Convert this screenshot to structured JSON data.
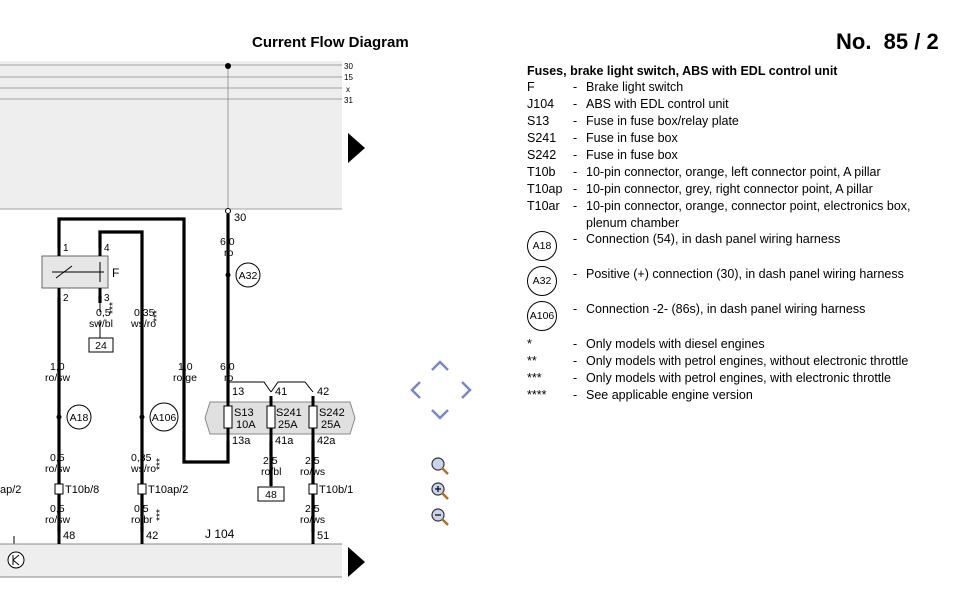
{
  "header": {
    "title": "Current Flow Diagram",
    "doc_number": "No.  85 / 2"
  },
  "diagram": {
    "bus_labels": [
      "30",
      "15",
      "x",
      "31"
    ],
    "terminal_30": "30",
    "wires": {
      "w1": {
        "size": "6,0",
        "color": "ro"
      },
      "w2": {
        "size": "0,5",
        "color": "sw/bl",
        "stars": "***"
      },
      "w3": {
        "size": "0,35",
        "color": "ws/ro",
        "stars": "***"
      },
      "w4": {
        "size": "1,0",
        "color": "ro/sw"
      },
      "w5": {
        "size": "1,0",
        "color": "ro/ge"
      },
      "w6": {
        "size": "6,0",
        "color": "ro"
      },
      "w7": {
        "size": "0,5",
        "color": "ro/sw"
      },
      "w8": {
        "size": "0,35",
        "color": "ws/ro",
        "stars": "***"
      },
      "w9": {
        "size": "2,5",
        "color": "ro/bl"
      },
      "w10": {
        "size": "2,5",
        "color": "ro/ws"
      },
      "w11": {
        "size": "0,5",
        "color": "ro/sw"
      },
      "w12": {
        "size": "0,5",
        "color": "ro/br",
        "stars": "***"
      },
      "w13": {
        "size": "2,5",
        "color": "ro/ws"
      }
    },
    "switch_label": "F",
    "switch_pins": {
      "p1": "1",
      "p2": "2",
      "p3": "3",
      "p4": "4"
    },
    "ground_boxes": {
      "g24": "24",
      "g48": "48"
    },
    "connections": {
      "a18": "A18",
      "a32": "A32",
      "a106": "A106"
    },
    "fuses": [
      {
        "name": "S13",
        "rating": "10A",
        "in": "13",
        "out": "13a"
      },
      {
        "name": "S241",
        "rating": "25A",
        "in": "41",
        "out": "41a"
      },
      {
        "name": "S242",
        "rating": "25A",
        "in": "42",
        "out": "42a"
      }
    ],
    "connectors": {
      "c1": "ap/2",
      "c2": "T10b/8",
      "c3": "T10ap/2",
      "c4": "T10b/1"
    },
    "bottom_pins": {
      "b1": "48",
      "b2": "42",
      "b3": "51"
    },
    "control_unit": "J 104"
  },
  "legend": {
    "heading": "Fuses, brake light switch, ABS with EDL control unit",
    "items": [
      {
        "code": "F",
        "desc": "Brake light switch"
      },
      {
        "code": "J104",
        "desc": "ABS with EDL control unit"
      },
      {
        "code": "S13",
        "desc": "Fuse in fuse box/relay plate"
      },
      {
        "code": "S241",
        "desc": "Fuse in fuse box"
      },
      {
        "code": "S242",
        "desc": "Fuse in fuse box"
      },
      {
        "code": "T10b",
        "desc": "10-pin connector, orange, left connector point, A pillar"
      },
      {
        "code": "T10ap",
        "desc": "10-pin connector, grey, right connector point, A pillar"
      },
      {
        "code": "T10ar",
        "desc": "10-pin connector, orange, connector point, electronics box, plenum chamber"
      }
    ],
    "circles": [
      {
        "code": "A18",
        "desc": "Connection (54), in dash panel wiring harness"
      },
      {
        "code": "A32",
        "desc": "Positive (+) connection (30), in dash panel wiring harness"
      },
      {
        "code": "A106",
        "desc": "Connection -2- (86s), in dash panel wiring harness"
      }
    ],
    "notes": [
      {
        "code": "*",
        "desc": "Only models with diesel engines"
      },
      {
        "code": "**",
        "desc": "Only models with petrol engines, without electronic throttle"
      },
      {
        "code": "***",
        "desc": "Only models with petrol engines, with electronic throttle"
      },
      {
        "code": "****",
        "desc": "See applicable engine version"
      }
    ]
  },
  "icons": {
    "nav": [
      "arrow-up-icon",
      "arrow-left-icon",
      "arrow-right-icon",
      "arrow-down-icon"
    ],
    "zoom": [
      "zoom-icon",
      "zoom-in-icon",
      "zoom-out-icon"
    ],
    "page": [
      "next-page-icon"
    ]
  }
}
